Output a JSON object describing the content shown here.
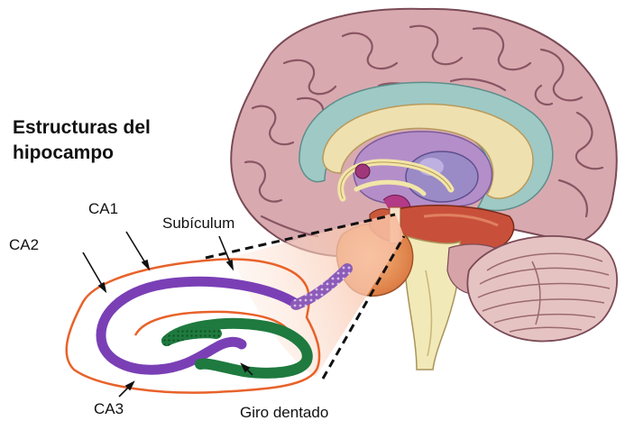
{
  "title": {
    "line1": "Estructuras del",
    "line2": "hipocampo"
  },
  "labels": {
    "ca1": "CA1",
    "ca2": "CA2",
    "ca3": "CA3",
    "subiculum": "Subículum",
    "giro_dentado": "Giro dentado"
  },
  "colors": {
    "brain_cortex": "#d8aab0",
    "brain_outline": "#7a4a55",
    "ventricle": "#9fc9c5",
    "corpus_callosum": "#efe0b0",
    "thalamus": "#9a8ac6",
    "inner_purple": "#b48ec8",
    "fornix": "#f2e6a8",
    "hippocampus_orange": "#e8925a",
    "midbrain_red": "#c8503a",
    "brainstem": "#f2e9b8",
    "cerebellum": "#e6c3c3",
    "ca_fields_purple": "#7a3fb5",
    "dentate_gyrus_green": "#1e7a3e",
    "outline_orange": "#e8622a",
    "zoom_cone": "#fbd9c6"
  }
}
